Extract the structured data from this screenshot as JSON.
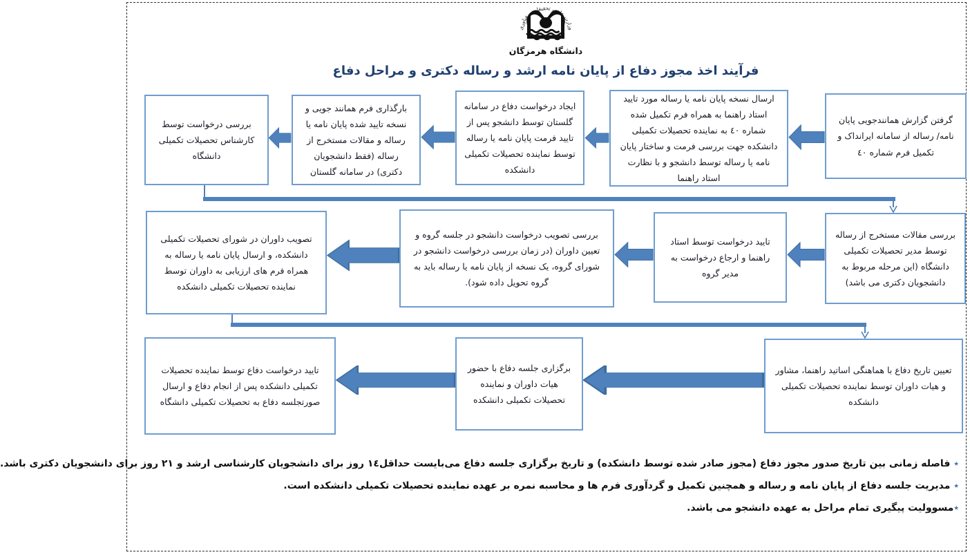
{
  "header": {
    "ministry_text": "وزارت علوم، تحقیقات و فناوری",
    "university_name": "دانشگاه هرمزگان"
  },
  "title": "فرآیند اخذ مجوز دفاع از پایان نامه ارشد و رساله دکتری و مراحل دفاع",
  "colors": {
    "title": "#1F3F70",
    "box_border": "#6E9DCF",
    "arrow_fill": "#4F81BD",
    "arrow_stroke": "#3E6E9E",
    "connector": "#4F81BD",
    "note_star": "#3A6DB0",
    "ink": "#1A1A24"
  },
  "flow": {
    "direction": "right-to-left",
    "rows": [
      {
        "boxes": [
          {
            "text": "گرفتن گزارش همانندجویی پایان نامه/ رساله از سامانه ایرانداک و تکمیل فرم شماره ٤٠"
          },
          {
            "text": "ارسال نسخه پایان نامه یا رساله مورد تایید استاد راهنما به همراه فرم تکمیل شده شماره ٤٠ به نماینده تحصیلات تکمیلی دانشکده جهت بررسی فرمت و ساختار پایان نامه یا رساله توسط دانشجو و با نظارت استاد راهنما"
          },
          {
            "text": "ایجاد درخواست دفاع در سامانه گلستان توسط دانشجو پس از تایید فرمت پایان نامه یا رساله توسط نماینده تحصیلات تکمیلی دانشکده"
          },
          {
            "text": "بارگذاری فرم همانند جویی و نسخه تایید شده پایان نامه یا رساله و مقالات مستخرج از رساله (فقط دانشجویان دکتری) در سامانه گلستان"
          },
          {
            "text": "بررسی درخواست توسط کارشناس تحصیلات تکمیلی دانشگاه"
          }
        ]
      },
      {
        "boxes": [
          {
            "text": "بررسی مقالات مستخرج از رساله توسط مدیر تحصیلات تکمیلی دانشگاه (این مرحله مربوط به دانشجویان دکتری می باشد)"
          },
          {
            "text": "تایید درخواست توسط استاد راهنما و ارجاع درخواست به مدیر گروه"
          },
          {
            "text": "بررسی تصویب درخواست دانشجو در جلسه گروه و تعیین داوران (در زمان بررسی درخواست دانشجو در شورای گروه، یک نسخه از پایان نامه یا رساله باید به گروه تحویل داده شود)."
          },
          {
            "text": "تصویب داوران در شورای تحصیلات تکمیلی دانشکده، و ارسال پایان نامه یا رساله به همراه فرم های ارزیابی به داوران توسط نماینده تحصیلات تکمیلی دانشکده"
          }
        ]
      },
      {
        "boxes": [
          {
            "text": "تعیین تاریخ دفاع با هماهنگی اساتید راهنما، مشاور و هیات داوران توسط نماینده تحصیلات تکمیلی دانشکده"
          },
          {
            "text": "برگزاری جلسه دفاع با حضور هیات داوران و نماینده تحصیلات تکمیلی دانشکده"
          },
          {
            "text": "تایید درخواست دفاع توسط نماینده تحصیلات تکمیلی دانشکده پس از انجام دفاع و ارسال صورتجلسه دفاع به تحصیلات تکمیلی دانشگاه"
          }
        ]
      }
    ]
  },
  "notes": [
    {
      "star": "٭",
      "text": "فاصله زمانی بین تاریخ صدور مجوز دفاع (مجوز صادر شده توسط دانشکده) و تاریخ برگزاری جلسه دفاع می‌بایست حداقل١٤ روز برای دانشجویان کارشناسی ارشد و ٢١ روز برای دانشجویان دکتری باشد."
    },
    {
      "star": "٭",
      "text": "مدیریت جلسه دفاع از پایان نامه و رساله و همچنین تکمیل و گردآوری فرم ها و محاسبه نمره بر عهده نماینده تحصیلات تکمیلی دانشکده است."
    },
    {
      "star": "٭",
      "text": "مسوولیت پیگیری تمام مراحل به عهده دانشجو می باشد."
    }
  ]
}
